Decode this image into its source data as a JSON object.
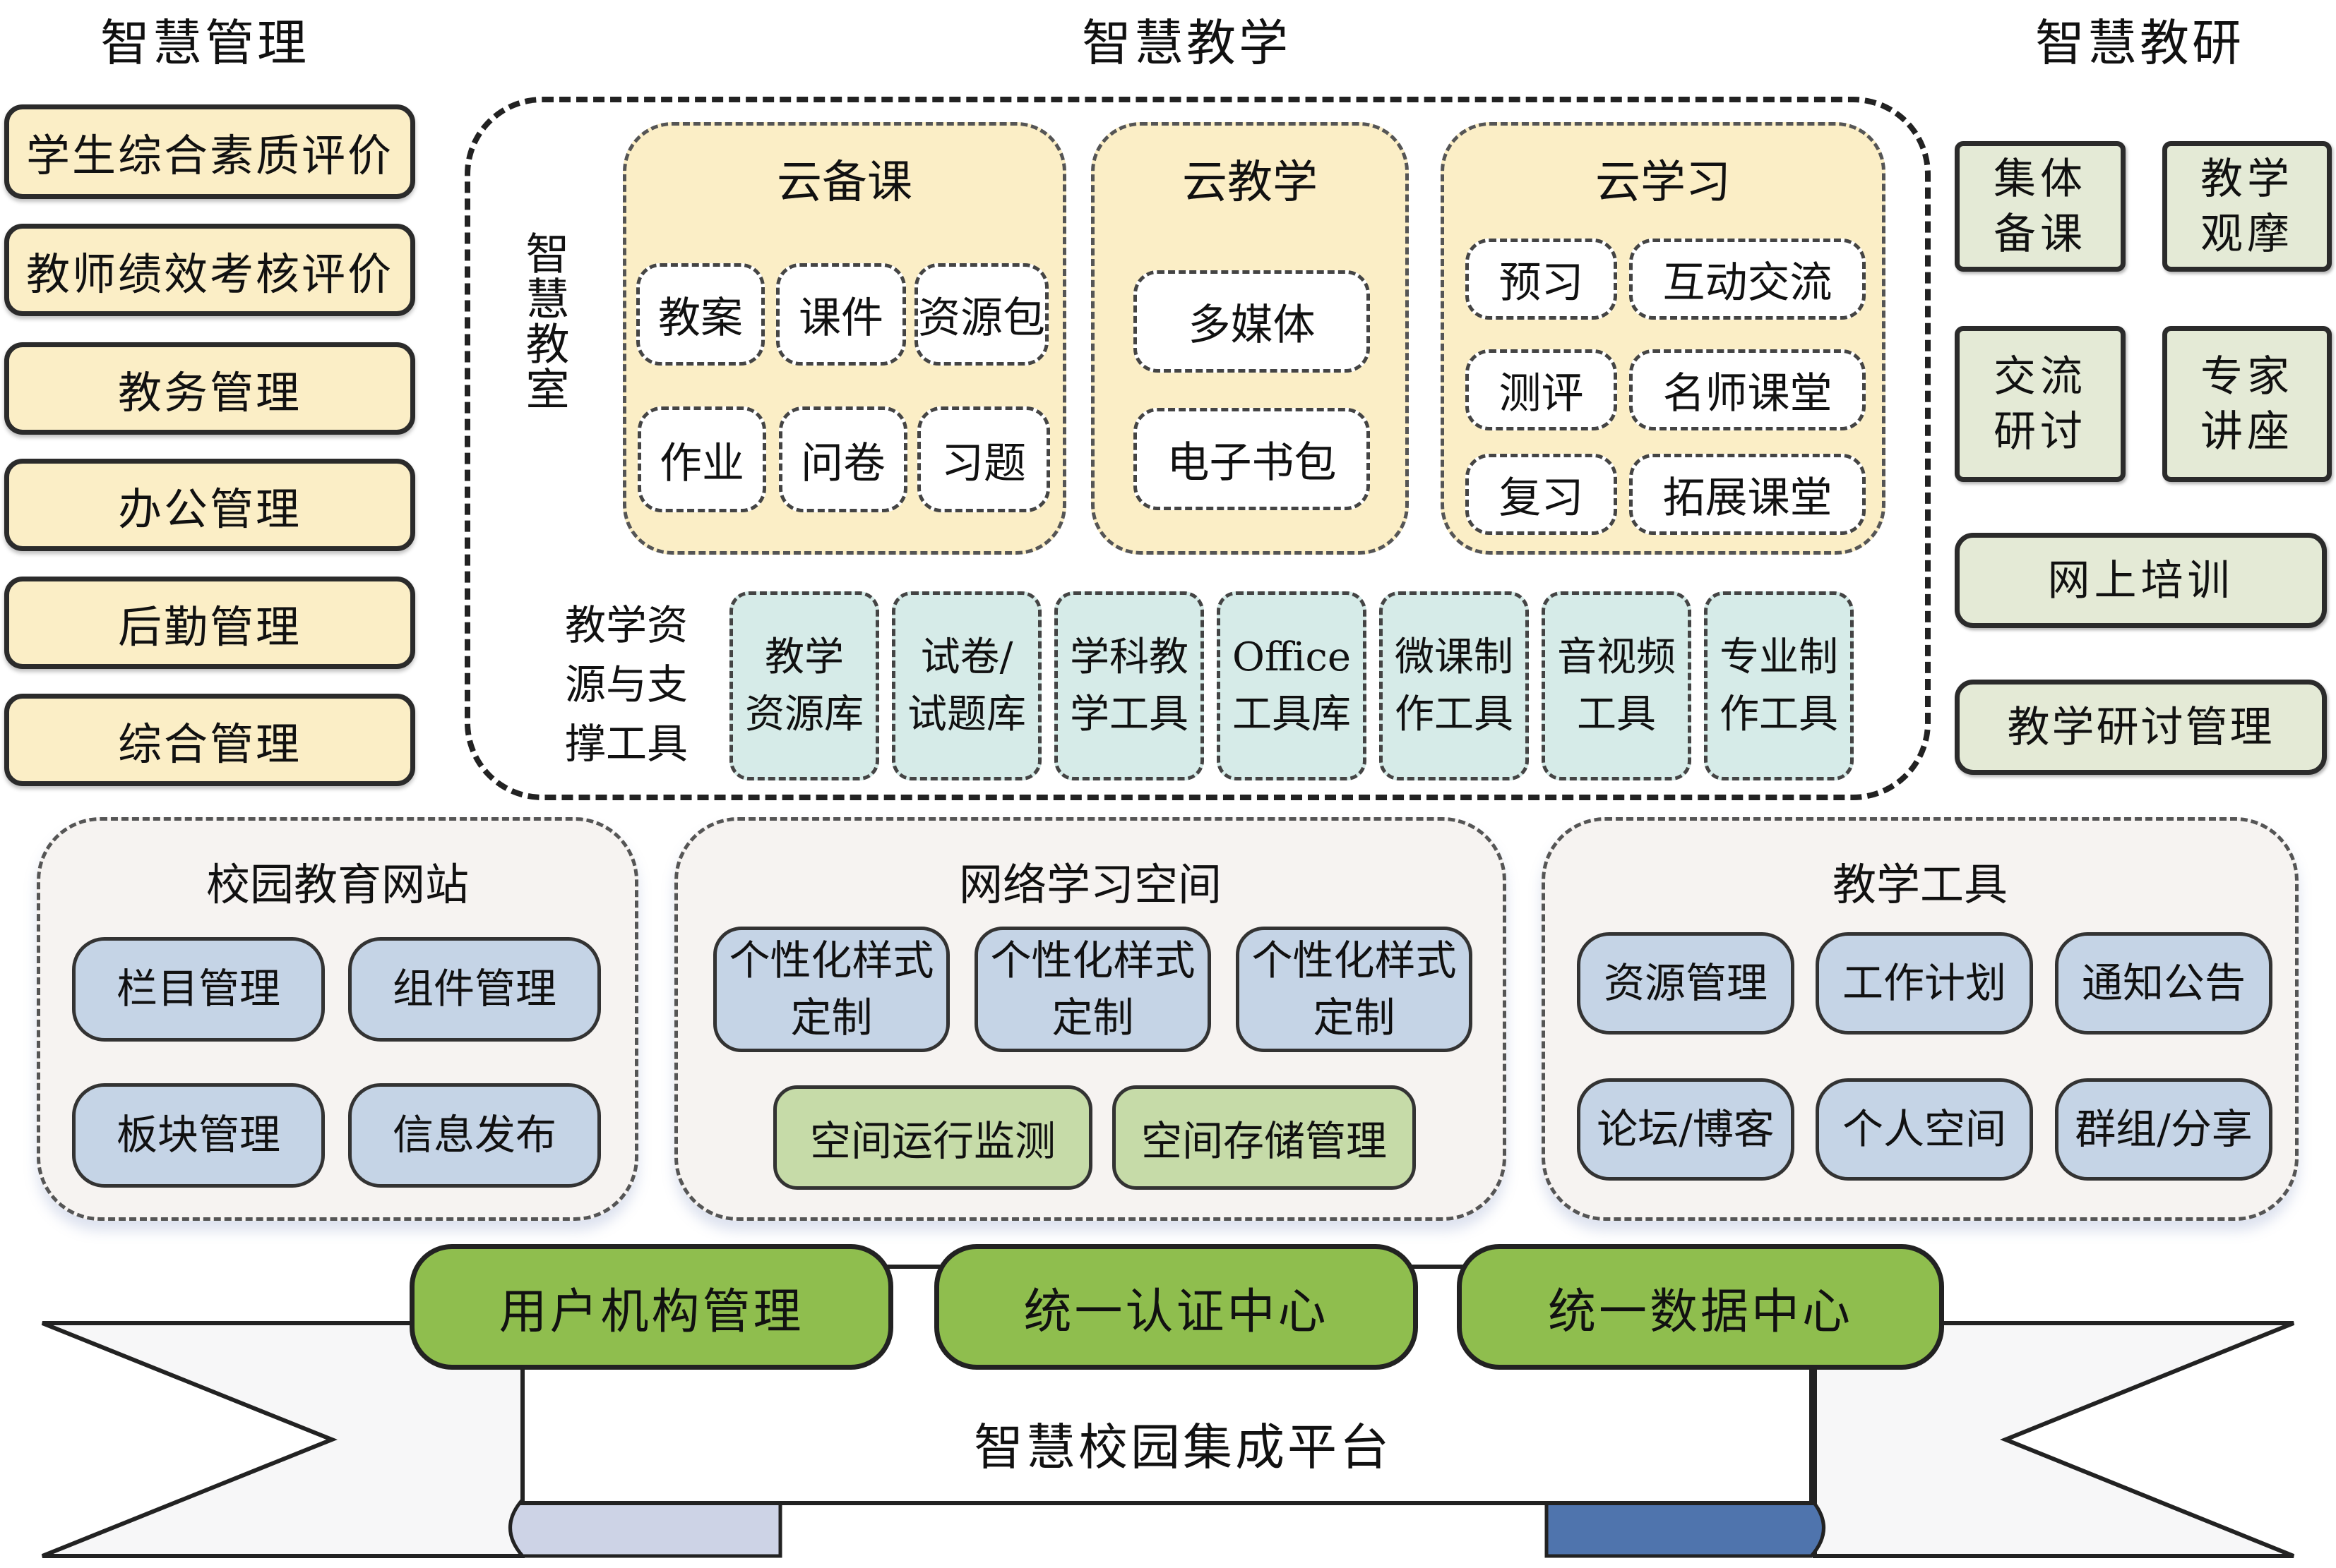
{
  "headings": {
    "management": "智慧管理",
    "teaching": "智慧教学",
    "research": "智慧教研"
  },
  "management_items": [
    "学生综合素质评价",
    "教师绩效考核评价",
    "教务管理",
    "办公管理",
    "后勤管理",
    "综合管理"
  ],
  "smart_classroom": {
    "label": "智慧教室",
    "cloud_prep": {
      "title": "云备课",
      "items": [
        "教案",
        "课件",
        "资源包",
        "作业",
        "问卷",
        "习题"
      ]
    },
    "cloud_teaching": {
      "title": "云教学",
      "items": [
        "多媒体",
        "电子书包"
      ]
    },
    "cloud_learning": {
      "title": "云学习",
      "items": [
        "预习",
        "互动交流",
        "测评",
        "名师课堂",
        "复习",
        "拓展课堂"
      ]
    }
  },
  "resources": {
    "label": "教学资源与支撑工具",
    "label_lines": [
      "教学资",
      "源与支",
      "撑工具"
    ],
    "items": [
      {
        "line1": "教学",
        "line2": "资源库"
      },
      {
        "line1": "试卷/",
        "line2": "试题库"
      },
      {
        "line1": "学科教",
        "line2": "学工具"
      },
      {
        "line1": "Office",
        "line2": "工具库"
      },
      {
        "line1": "微课制",
        "line2": "作工具"
      },
      {
        "line1": "音视频",
        "line2": "工具"
      },
      {
        "line1": "专业制",
        "line2": "作工具"
      }
    ]
  },
  "research_items": [
    {
      "line1": "集体",
      "line2": "备课"
    },
    {
      "line1": "教学",
      "line2": "观摩"
    },
    {
      "line1": "交流",
      "line2": "研讨"
    },
    {
      "line1": "专家",
      "line2": "讲座"
    }
  ],
  "research_wide_items": [
    "网上培训",
    "教学研讨管理"
  ],
  "campus_website": {
    "title": "校园教育网站",
    "items": [
      "栏目管理",
      "组件管理",
      "板块管理",
      "信息发布"
    ]
  },
  "learning_space": {
    "title": "网络学习空间",
    "custom_items": [
      {
        "line1": "个性化样式",
        "line2": "定制"
      },
      {
        "line1": "个性化样式",
        "line2": "定制"
      },
      {
        "line1": "个性化样式",
        "line2": "定制"
      }
    ],
    "space_items": [
      "空间运行监测",
      "空间存储管理"
    ]
  },
  "teaching_tools": {
    "title": "教学工具",
    "items": [
      "资源管理",
      "工作计划",
      "通知公告",
      "论坛/博客",
      "个人空间",
      "群组/分享"
    ]
  },
  "platform": {
    "title": "智慧校园集成平台",
    "modules": [
      "用户机构管理",
      "统一认证中心",
      "统一数据中心"
    ]
  },
  "colors": {
    "management_fill": "#fbeec6",
    "research_fill": "#e4ead6",
    "resource_fill": "#d6ebe8",
    "tool_blue": "#c5d4e6",
    "space_green": "#c6dba8",
    "platform_green": "#8fbe4e",
    "scroll_left_fold": "#cdd3e6",
    "scroll_right_fold": "#4f74ad"
  }
}
